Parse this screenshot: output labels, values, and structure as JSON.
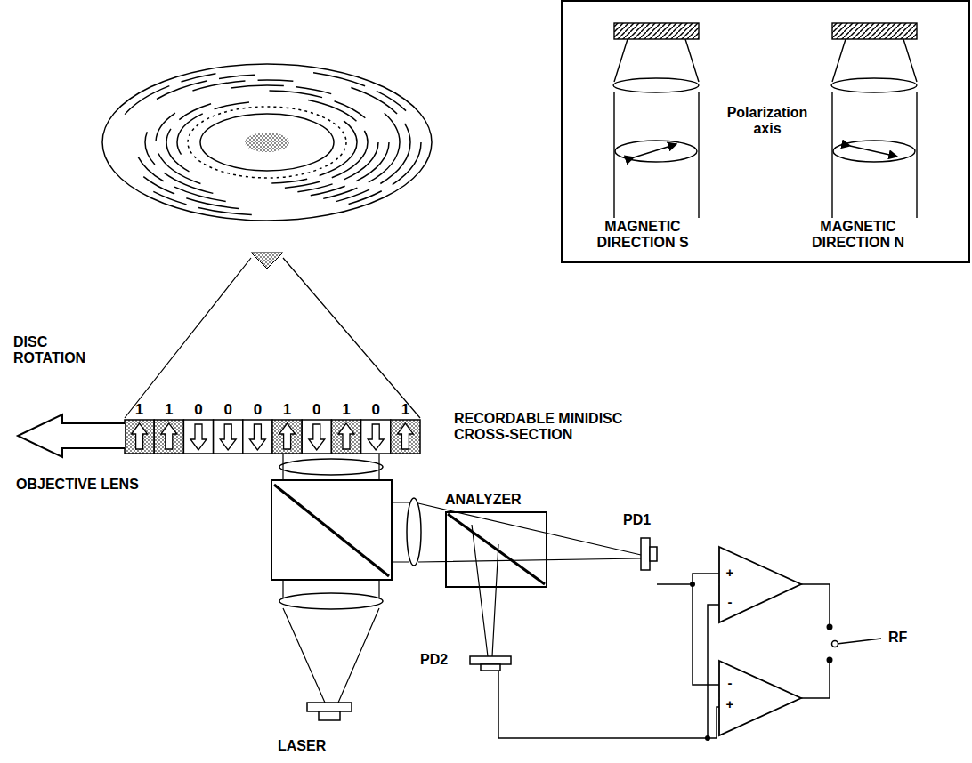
{
  "diagram": {
    "nodes": [
      {
        "text": [
          "Polarization axis",
          "MAGNETIC DIRECTION S",
          "MAGNETIC DIRECTION N"
        ]
      },
      {
        "text": [
          "ANALYZER"
        ]
      }
    ],
    "labels": [
      "DISC ROTATION",
      "1",
      "1",
      "0",
      "0",
      "0",
      "1",
      "0",
      "1",
      "0",
      "1",
      "RECORDABLE MINIDISC CROSS-SECTION",
      "OBJECTIVE LENS",
      "PD1",
      "PD2",
      "LASER",
      "RF",
      "+",
      "-",
      "-",
      "+"
    ]
  }
}
